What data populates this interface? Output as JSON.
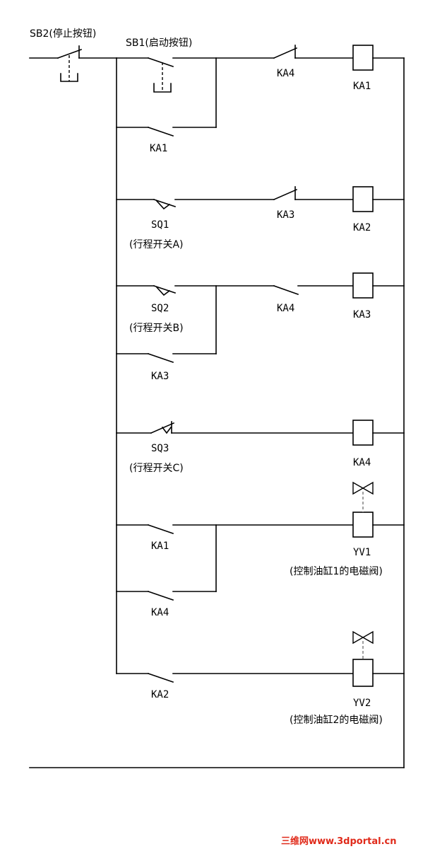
{
  "labels": {
    "sb2": "SB2(停止按钮)",
    "sb1": "SB1(启动按钮)",
    "ka4_r1": "KA4",
    "ka1_coil": "KA1",
    "ka1_hold": "KA1",
    "sq1": "SQ1",
    "sq1_desc": "(行程开关A)",
    "ka3_r2": "KA3",
    "ka2_coil": "KA2",
    "sq2": "SQ2",
    "sq2_desc": "(行程开关B)",
    "ka4_r3": "KA4",
    "ka3_coil": "KA3",
    "ka3_hold": "KA3",
    "sq3": "SQ3",
    "sq3_desc": "(行程开关C)",
    "ka4_coil": "KA4",
    "ka1_r5": "KA1",
    "ka4_r5b": "KA4",
    "yv1": "YV1",
    "yv1_desc": "(控制油缸1的电磁阀)",
    "ka2_r6": "KA2",
    "yv2": "YV2",
    "yv2_desc": "(控制油缸2的电磁阀)"
  },
  "watermark": "三维网www.3dportal.cn",
  "colors": {
    "line": "#000000",
    "watermark": "#e02a1a"
  }
}
